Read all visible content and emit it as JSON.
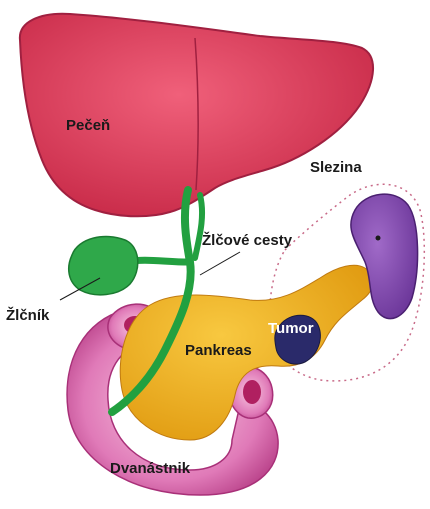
{
  "labels": {
    "liver": "Pečeň",
    "spleen": "Slezina",
    "bile_ducts": "Žlčové cesty",
    "gallbladder": "Žlčník",
    "tumor": "Tumor",
    "pancreas": "Pankreas",
    "duodenum": "Dvanástnik"
  },
  "colors": {
    "liver": "#e0405c",
    "gallbladder": "#2fa84a",
    "pancreas": "#f0b020",
    "spleen": "#8a4fb4",
    "duodenum": "#d868a8",
    "tumor": "#2a2a6a",
    "outline": "#c86a88"
  }
}
